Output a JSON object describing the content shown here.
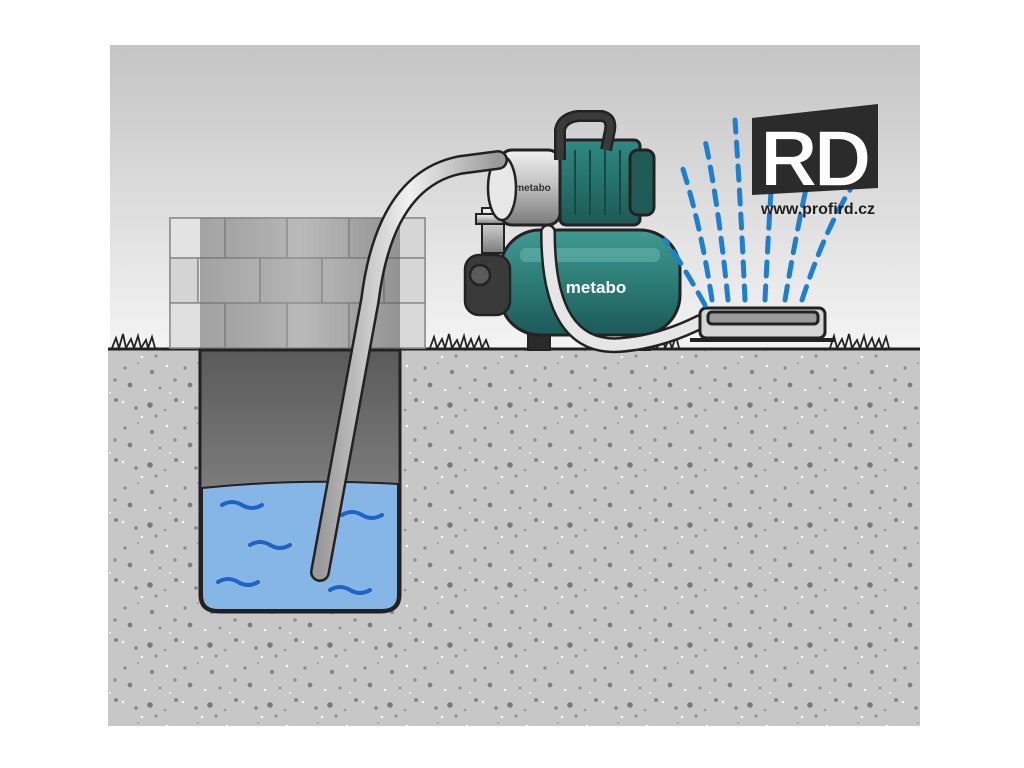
{
  "pump": {
    "tank_brand": "metabo",
    "head_brand": "metabo"
  },
  "watermark": {
    "logo_letters": "RD",
    "url": "www.profird.cz"
  },
  "colors": {
    "sky_top": "#c8c8c8",
    "sky_bottom": "#f2f2f2",
    "ground": "#c9c9c9",
    "water": "#86b6e6",
    "wave": "#1f63c4",
    "pump_green": "#2f7f79",
    "spray": "#1d7fd1",
    "brick": "#d9d9d9"
  }
}
